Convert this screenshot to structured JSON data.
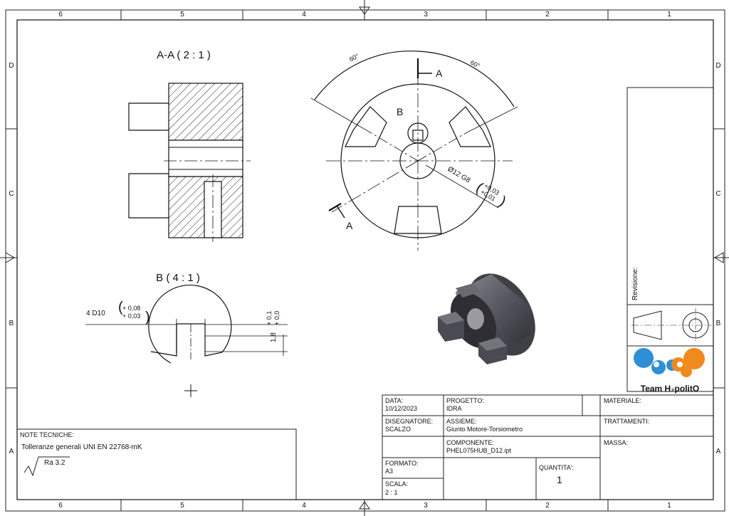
{
  "zones": {
    "columns": [
      "6",
      "5",
      "4",
      "3",
      "2",
      "1"
    ],
    "rows": [
      "D",
      "C",
      "B",
      "A"
    ]
  },
  "views": {
    "section_aa_title": "A-A ( 2 : 1 )",
    "detail_b_title": "B ( 4 : 1 )",
    "front": {
      "angle_left": "60°",
      "angle_right": "60°",
      "section_label_top": "A",
      "section_label_bottom": "A",
      "detail_label": "B",
      "bore_dim": "Ø12 G8",
      "bore_tol_upper": "+0,03",
      "bore_tol_lower": "+0,01"
    },
    "detail": {
      "width_dim": "4 D10",
      "width_tol_upper": "+ 0,08",
      "width_tol_lower": "+ 0,03",
      "depth_dim": "1,8",
      "depth_tol_upper": "+ 0,1",
      "depth_tol_lower": "+ 0,0"
    }
  },
  "revision": {
    "label": "Revisione:"
  },
  "logo": {
    "text": "Team H₂politO",
    "colors": {
      "blue": "#2d8fd5",
      "orange": "#ef8a1e"
    }
  },
  "notes": {
    "header": "NOTE TECNICHE:",
    "tolerances": "Tolleranze generali UNI EN 22768-mK",
    "roughness": "Ra 3.2"
  },
  "title_block": {
    "data_label": "DATA:",
    "data_value": "10/12/2023",
    "disegnatore_label": "DISEGNATORE:",
    "disegnatore_value": "SCALZO",
    "formato_label": "FORMATO:",
    "formato_value": "A3",
    "scala_label": "SCALA:",
    "scala_value": "2 : 1",
    "progetto_label": "PROGETTO:",
    "progetto_value": "IDRA",
    "assieme_label": "ASSIEME:",
    "assieme_value": "Giunto Motore-Torsiometro",
    "componente_label": "COMPONENTE:",
    "componente_value": "PHEL075HUB_D12.ipt",
    "quantita_label": "QUANTITA':",
    "quantita_value": "1",
    "materiale_label": "MATERIALE:",
    "trattamenti_label": "TRATTAMENTI:",
    "massa_label": "MASSA:"
  }
}
